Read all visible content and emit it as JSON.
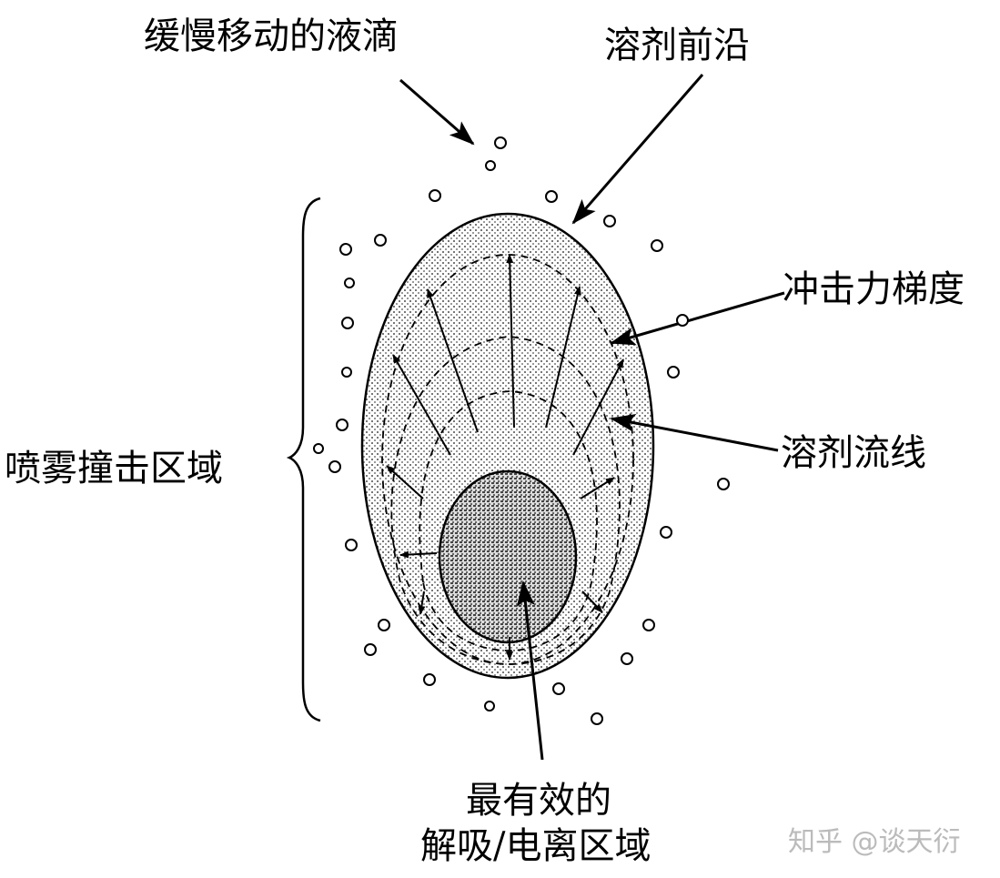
{
  "labels": {
    "slow_droplets": "缓慢移动的液滴",
    "solvent_front": "溶剂前沿",
    "impact_gradient": "冲击力梯度",
    "solvent_streamlines": "溶剂流线",
    "spray_impact_region": "喷雾撞击区域",
    "most_effective_line1": "最有效的",
    "most_effective_line2": "解吸/电离区域"
  },
  "watermark": "知乎 @谈天衍"
}
